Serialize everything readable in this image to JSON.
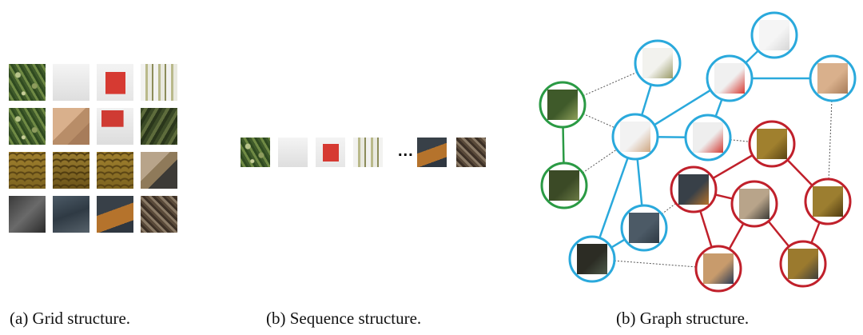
{
  "captions": {
    "a": "(a) Grid structure.",
    "b": "(b) Sequence structure.",
    "c": "(b) Graph structure."
  },
  "sequence_ellipsis": "...",
  "colors": {
    "blue": "#2aa9dc",
    "red": "#c0202b",
    "green": "#2a9a44",
    "dashed": "#555555"
  },
  "grid_patches": [
    "leaf",
    "shirt",
    "logo",
    "bamboo",
    "leaf",
    "arm",
    "logo2",
    "leafdark",
    "scale",
    "scale2",
    "scale",
    "fishhead",
    "dark",
    "jeans",
    "fin",
    "ground"
  ],
  "sequence_patches": [
    "leaf",
    "shirt",
    "logo",
    "bamboo",
    "fin",
    "ground"
  ],
  "graph": {
    "nodes": [
      {
        "id": "n1",
        "group": "blue",
        "patch": "shirt"
      },
      {
        "id": "n2",
        "group": "blue",
        "patch": "bamboo"
      },
      {
        "id": "n3",
        "group": "blue",
        "patch": "logo"
      },
      {
        "id": "n4",
        "group": "blue",
        "patch": "arm"
      },
      {
        "id": "n5",
        "group": "green",
        "patch": "leaf"
      },
      {
        "id": "n6",
        "group": "blue",
        "patch": "sleeve"
      },
      {
        "id": "n7",
        "group": "blue",
        "patch": "logo3"
      },
      {
        "id": "n8",
        "group": "red",
        "patch": "scale"
      },
      {
        "id": "n9",
        "group": "green",
        "patch": "leafdark"
      },
      {
        "id": "n10",
        "group": "red",
        "patch": "fin"
      },
      {
        "id": "n11",
        "group": "red",
        "patch": "fishhead"
      },
      {
        "id": "n12",
        "group": "red",
        "patch": "scale2"
      },
      {
        "id": "n13",
        "group": "blue",
        "patch": "jeans"
      },
      {
        "id": "n14",
        "group": "blue",
        "patch": "water"
      },
      {
        "id": "n15",
        "group": "red",
        "patch": "handfin"
      },
      {
        "id": "n16",
        "group": "red",
        "patch": "fishtail"
      }
    ],
    "edges": [
      {
        "from": "n3",
        "to": "n1",
        "style": "blue"
      },
      {
        "from": "n3",
        "to": "n4",
        "style": "blue"
      },
      {
        "from": "n3",
        "to": "n6",
        "style": "blue"
      },
      {
        "from": "n3",
        "to": "n7",
        "style": "blue"
      },
      {
        "from": "n2",
        "to": "n6",
        "style": "blue"
      },
      {
        "from": "n6",
        "to": "n7",
        "style": "blue"
      },
      {
        "from": "n6",
        "to": "n13",
        "style": "blue"
      },
      {
        "from": "n6",
        "to": "n14",
        "style": "blue"
      },
      {
        "from": "n13",
        "to": "n14",
        "style": "blue"
      },
      {
        "from": "n5",
        "to": "n9",
        "style": "green"
      },
      {
        "from": "n8",
        "to": "n10",
        "style": "red"
      },
      {
        "from": "n8",
        "to": "n12",
        "style": "red"
      },
      {
        "from": "n10",
        "to": "n11",
        "style": "red"
      },
      {
        "from": "n10",
        "to": "n15",
        "style": "red"
      },
      {
        "from": "n11",
        "to": "n15",
        "style": "red"
      },
      {
        "from": "n11",
        "to": "n16",
        "style": "red"
      },
      {
        "from": "n12",
        "to": "n16",
        "style": "red"
      },
      {
        "from": "n5",
        "to": "n2",
        "style": "dashed"
      },
      {
        "from": "n5",
        "to": "n6",
        "style": "dashed"
      },
      {
        "from": "n9",
        "to": "n6",
        "style": "dashed"
      },
      {
        "from": "n7",
        "to": "n8",
        "style": "dashed"
      },
      {
        "from": "n4",
        "to": "n12",
        "style": "dashed"
      },
      {
        "from": "n13",
        "to": "n10",
        "style": "dashed"
      },
      {
        "from": "n14",
        "to": "n15",
        "style": "dashed"
      }
    ]
  }
}
